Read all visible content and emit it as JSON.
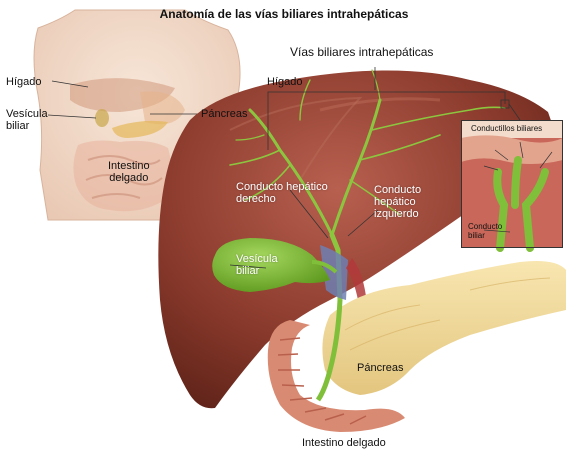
{
  "title": "Anatomía de las vías biliares intrahepáticas",
  "labels": {
    "torso_liver": "Hígado",
    "torso_gallbladder": "Vesícula\nbiliar",
    "torso_pancreas": "Páncreas",
    "torso_intestine": "Intestino\ndelgado",
    "intrahepatic_ducts": "Vías biliares intrahepáticas",
    "liver": "Hígado",
    "right_hepatic_duct": "Conducto hepático\nderecho",
    "left_hepatic_duct": "Conducto\nhepático\nizquierdo",
    "gallbladder": "Vesícula\nbiliar",
    "pancreas": "Páncreas",
    "small_intestine": "Intestino delgado",
    "inset_ductules": "Conductillos biliares",
    "inset_duct": "Conducto\nbiliar"
  },
  "colors": {
    "liver": "#8a3a2c",
    "liver_highlight": "#b8654f",
    "bile_duct": "#7fbf3a",
    "gallbladder": "#79b92d",
    "pancreas": "#f2dc9a",
    "intestine": "#d9826f",
    "skin": "#f3dccb"
  }
}
